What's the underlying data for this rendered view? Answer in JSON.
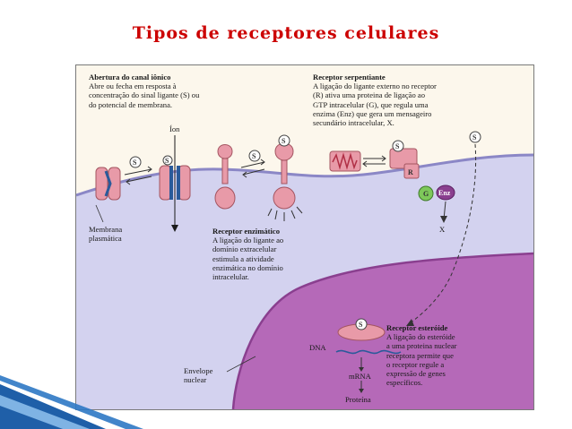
{
  "slide": {
    "title": "Tipos de receptores celulares"
  },
  "diagram": {
    "ion_channel": {
      "heading": "Abertura do canal iônico",
      "body": "Abre ou fecha em resposta à\nconcentração do sinal ligante (S) ou\ndo potencial de membrana."
    },
    "serpentine": {
      "heading": "Receptor serpentiante",
      "body": "A ligação do ligante externo no receptor\n(R) ativa uma proteina de ligação ao\nGTP intracelular (G), que regula uma\nenzima (Enz) que gera um mensageiro\nsecundário intracelular, X."
    },
    "enzymatic": {
      "heading": "Receptor enzimático",
      "body": "A ligação do ligante ao\ndomínio extracelular\nestimula a atividade\nenzimática no domínio\nintracelular."
    },
    "steroid": {
      "heading": "Receptor esteróide",
      "body": "A ligação do esteróide\na uma proteina nuclear\nreceptora permite que\no receptor regule a\nexpressão de genes\nespecíficos."
    },
    "labels": {
      "ion": "Íon",
      "membrane": "Membrana\nplasmática",
      "nuclear_envelope": "Envelope\nnuclear",
      "dna": "DNA",
      "mrna": "mRNA",
      "protein": "Proteína",
      "x": "X",
      "s": "S",
      "r": "R",
      "g": "G",
      "enz": "Enz"
    },
    "colors": {
      "title": "#cc0000",
      "cytoplasm": "#d3d2ef",
      "nucleus": "#b569b8",
      "receptor": "#e89aa8",
      "background": "#fcf7ec"
    }
  }
}
